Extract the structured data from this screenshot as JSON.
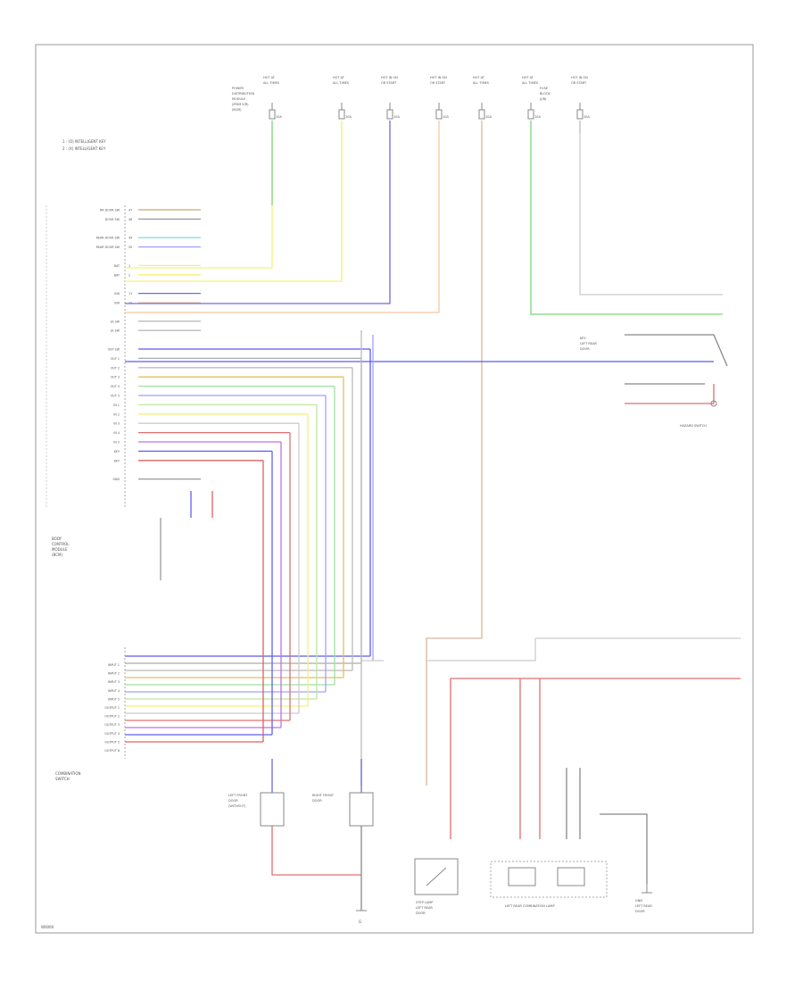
{
  "legend": {
    "line1": "1 : (O) INTELLIGENT KEY",
    "line2": "2 : (X) INTELLIGENT KEY"
  },
  "fuses": [
    {
      "id": "f1",
      "top": "HOT AT",
      "sub": "ALL TIMES",
      "fuse": "10A",
      "color": "#7ad67a",
      "side": [
        "POWER",
        "DISTRIBUTION",
        "MODULE",
        "(IPDM E/R)",
        "(BCM)"
      ]
    },
    {
      "id": "f2",
      "top": "HOT AT",
      "sub": "ALL TIMES",
      "fuse": "10A",
      "color": "#f5f07a",
      "side": []
    },
    {
      "id": "f3",
      "top": "HOT IN ON",
      "sub": "OR START",
      "fuse": "10A",
      "color": "#6a6ae0",
      "side": []
    },
    {
      "id": "f4",
      "top": "HOT IN ON",
      "sub": "OR START",
      "fuse": "10A",
      "color": "#f7c8a0",
      "side": []
    },
    {
      "id": "f5",
      "top": "HOT AT",
      "sub": "ALL TIMES",
      "fuse": "10A",
      "color": "#d8b898",
      "side": []
    },
    {
      "id": "f6",
      "top": "HOT AT",
      "sub": "ALL TIMES",
      "fuse": "10A",
      "color": "#7ad67a",
      "side": []
    },
    {
      "id": "f7",
      "top": "HOT IN ON",
      "sub": "OR START",
      "fuse": "10A",
      "color": "#bbbbbb",
      "side": [
        "FUSE",
        "BLOCK",
        "(J/B)"
      ]
    }
  ],
  "bcm_pins": [
    {
      "label": "RR DOOR SW",
      "pin": "47",
      "color": "#c9a96e"
    },
    {
      "label": "DOOR SW",
      "pin": "48",
      "color": "#999999"
    },
    {
      "label": "",
      "pin": "",
      "color": "#cccccc"
    },
    {
      "label": "REAR DOOR SW",
      "pin": "49",
      "color": "#7fe0e0"
    },
    {
      "label": "REAR DOOR SW",
      "pin": "50",
      "color": "#a0a0ff"
    },
    {
      "label": "",
      "pin": "",
      "color": "#cccccc"
    },
    {
      "label": "BAT",
      "pin": "1",
      "color": "#f5f07a"
    },
    {
      "label": "BAT",
      "pin": "2",
      "color": "#f5f07a"
    },
    {
      "label": "",
      "pin": "",
      "color": "#cccccc"
    },
    {
      "label": "IGN",
      "pin": "11",
      "color": "#6a6ae0"
    },
    {
      "label": "IGN",
      "pin": "12",
      "color": "#f7c8a0"
    },
    {
      "label": "",
      "pin": "",
      "color": "#cccccc"
    },
    {
      "label": "LK SW",
      "pin": "",
      "color": "#bbbbbb"
    },
    {
      "label": "LK SW",
      "pin": "",
      "color": "#bbbbbb"
    },
    {
      "label": "",
      "pin": "",
      "color": "#cccccc"
    },
    {
      "label": "KEY SW",
      "pin": "",
      "color": "#5a5af0"
    },
    {
      "label": "OUT 1",
      "pin": "",
      "color": "#aaaaaa"
    },
    {
      "label": "OUT 2",
      "pin": "",
      "color": "#bbbbbb"
    },
    {
      "label": "OUT 3",
      "pin": "",
      "color": "#e0c060"
    },
    {
      "label": "OUT 4",
      "pin": "",
      "color": "#a0e0a0"
    },
    {
      "label": "OUT 5",
      "pin": "",
      "color": "#a0a0ff"
    },
    {
      "label": "IN 1",
      "pin": "",
      "color": "#bde8a0"
    },
    {
      "label": "IN 2",
      "pin": "",
      "color": "#f5f07a"
    },
    {
      "label": "IN 3",
      "pin": "",
      "color": "#cccccc"
    },
    {
      "label": "IN 4",
      "pin": "",
      "color": "#e07070"
    },
    {
      "label": "IN 5",
      "pin": "",
      "color": "#c070e0"
    },
    {
      "label": "KEY",
      "pin": "",
      "color": "#6060f0"
    },
    {
      "label": "KEY",
      "pin": "",
      "color": "#e06060"
    },
    {
      "label": "",
      "pin": "",
      "color": "#cccccc"
    },
    {
      "label": "GND",
      "pin": "",
      "color": "#999999"
    }
  ],
  "labels": {
    "bcm": [
      "BODY",
      "CONTROL",
      "MODULE",
      "(BCM)"
    ],
    "combo": [
      "COMBINATION",
      "SWITCH"
    ],
    "combo_pins": [
      "INPUT 1",
      "INPUT 2",
      "INPUT 3",
      "INPUT 4",
      "INPUT 5",
      "OUTPUT 1",
      "OUTPUT 2",
      "OUTPUT 3",
      "OUTPUT 4",
      "OUTPUT 5",
      "OUTPUT 6"
    ],
    "lf_door": [
      "LEFT FRONT",
      "DOOR",
      "(WITHOUT)"
    ],
    "rf_door": [
      "RIGHT FRONT",
      "DOOR"
    ],
    "left_rear_combo": "LEFT REAR COMBINATION LAMP",
    "step_lamp": [
      "STEP LAMP",
      "LEFT REAR",
      "DOOR"
    ],
    "ground": "G",
    "grd_label": [
      "GND",
      "LEFT REAR",
      "DOOR"
    ],
    "hazard": "HAZARD SWITCH",
    "key_sw": [
      "KEY",
      "LEFT REAR",
      "DOOR"
    ],
    "footer": "W0000"
  }
}
